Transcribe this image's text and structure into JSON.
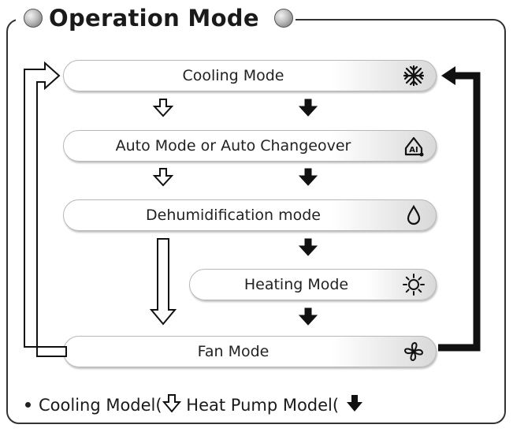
{
  "title": "Operation Mode",
  "modes": {
    "cooling": "Cooling Mode",
    "auto": "Auto Mode or Auto Changeover",
    "dehumidification": "Dehumidification mode",
    "heating": "Heating Mode",
    "fan": "Fan Mode"
  },
  "legend": {
    "cooling_model": "Cooling Model(",
    "heat_pump_model": "Heat Pump Model("
  },
  "icons": {
    "cooling": "snowflake-icon",
    "auto": "ai-auto-icon",
    "dehumidification": "water-drop-icon",
    "heating": "sun-icon",
    "fan": "fan-icon"
  },
  "colors": {
    "frame": "#333333",
    "arrow_solid": "#111111",
    "pill_shade": "#d9d9d9"
  }
}
